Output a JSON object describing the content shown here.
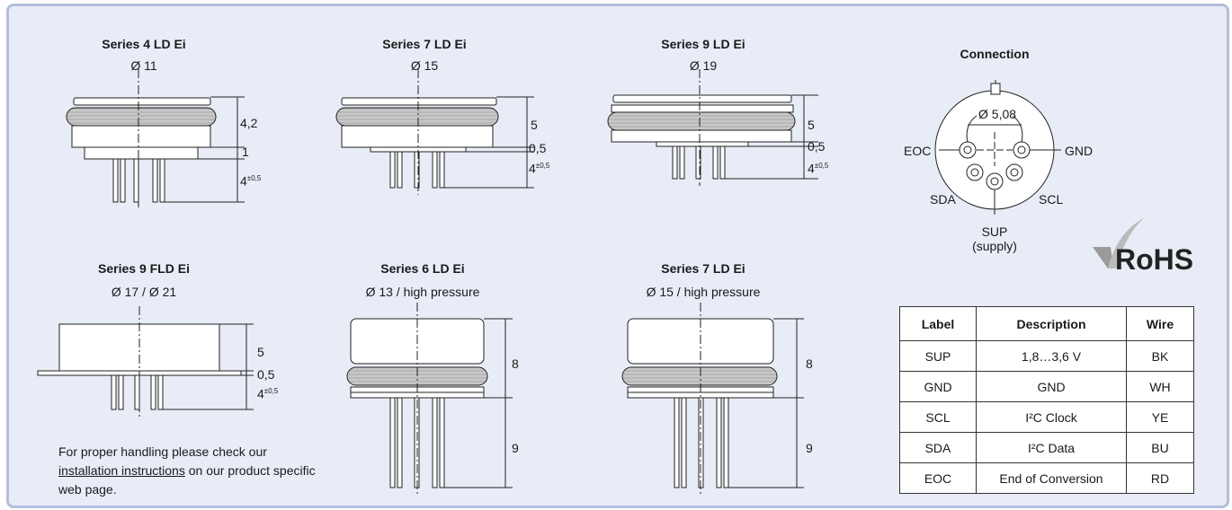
{
  "sensors": [
    {
      "title": "Series 4 LD Ei",
      "diameter": "Ø 11",
      "dims": {
        "a": "4,2",
        "b": "1",
        "c": "4",
        "c_tol": "±0,5"
      }
    },
    {
      "title": "Series 7 LD Ei",
      "diameter": "Ø 15",
      "dims": {
        "a": "5",
        "b": "0,5",
        "c": "4",
        "c_tol": "±0,5"
      }
    },
    {
      "title": "Series 9 LD Ei",
      "diameter": "Ø 19",
      "dims": {
        "a": "5",
        "b": "0,5",
        "c": "4",
        "c_tol": "±0,5"
      }
    },
    {
      "title": "Series 9 FLD Ei",
      "diameter": "Ø 17 / Ø 21",
      "dims": {
        "a": "5",
        "b": "0,5",
        "c": "4",
        "c_tol": "±0,5"
      }
    },
    {
      "title": "Series 6 LD Ei",
      "diameter": "Ø 13 / high pressure",
      "dims": {
        "a": "8",
        "b": "9"
      }
    },
    {
      "title": "Series 7 LD Ei",
      "diameter": "Ø 15 / high pressure",
      "dims": {
        "a": "8",
        "b": "9"
      }
    }
  ],
  "connection": {
    "title": "Connection",
    "pitch": "Ø 5,08",
    "pins": {
      "eoc": "EOC",
      "gnd": "GND",
      "sda": "SDA",
      "scl": "SCL",
      "sup": "SUP",
      "sup_note": "(supply)"
    }
  },
  "rohs": "RoHS",
  "note": {
    "prefix": "For proper handling please check our",
    "link": "installation instructions",
    "suffix": "on our product specific web page."
  },
  "pin_table": {
    "headers": [
      "Label",
      "Description",
      "Wire"
    ],
    "rows": [
      [
        "SUP",
        "1,8…3,6 V",
        "BK"
      ],
      [
        "GND",
        "GND",
        "WH"
      ],
      [
        "SCL",
        "I²C Clock",
        "YE"
      ],
      [
        "SDA",
        "I²C Data",
        "BU"
      ],
      [
        "EOC",
        "End of Conversion",
        "RD"
      ]
    ]
  }
}
